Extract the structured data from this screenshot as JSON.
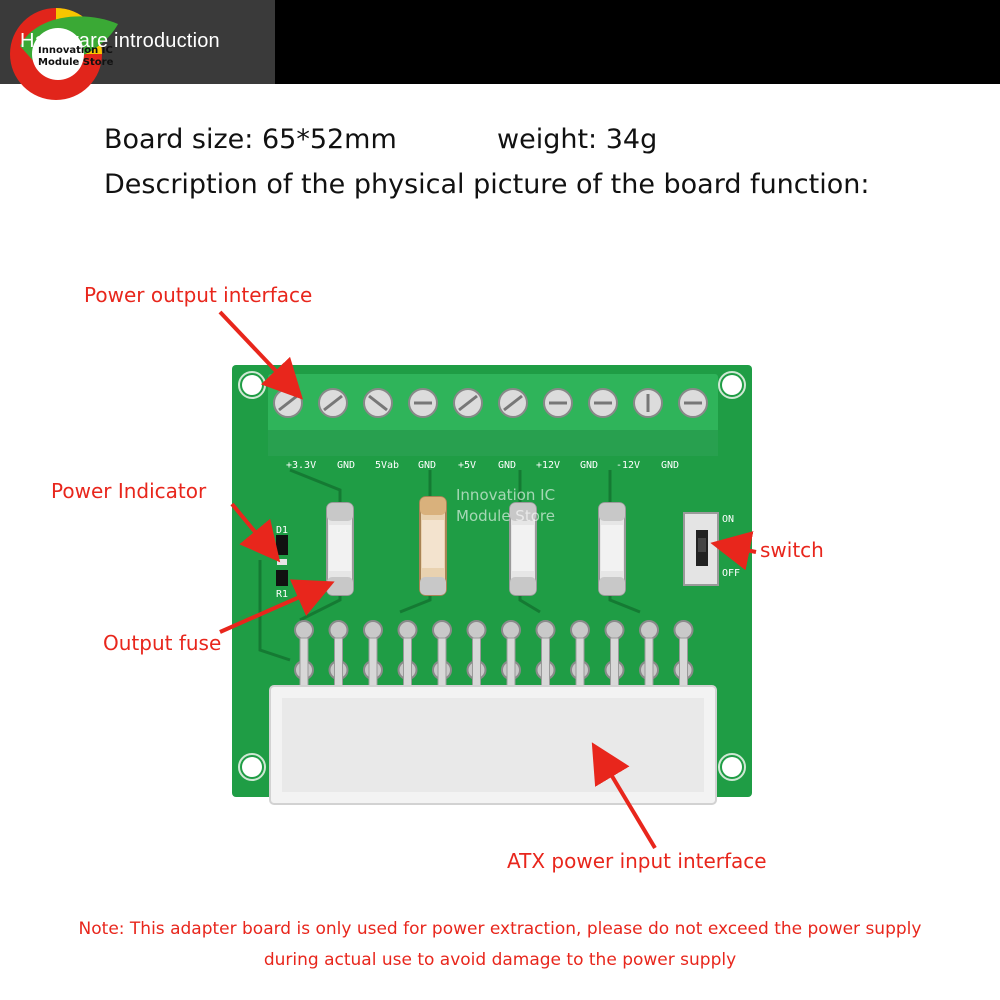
{
  "header": {
    "title": "Hardware introduction",
    "store_name_line1": "Innovation IC",
    "store_name_line2": "Module Store"
  },
  "specs": {
    "board_size": "Board size: 65*52mm",
    "weight": "weight: 34g",
    "description_title": "Description of the physical picture of the board function:"
  },
  "board": {
    "terminal_labels": [
      "+3.3V",
      "GND",
      "5Vab",
      "GND",
      "+5V",
      "GND",
      "+12V",
      "GND",
      "-12V",
      "GND"
    ],
    "switch_label_on": "ON",
    "switch_label_off": "OFF",
    "led_label": "D1",
    "resistor_label": "R1",
    "watermark_line1": "Innovation IC",
    "watermark_line2": "Module Store"
  },
  "callouts": {
    "power_output_interface": "Power output interface",
    "power_indicator": "Power Indicator",
    "output_fuse": "Output fuse",
    "switch": "switch",
    "atx_power_input_interface": "ATX power input interface"
  },
  "note": {
    "line1": "Note: This adapter board is only used for power extraction, please do not exceed the power supply",
    "line2": "during actual use to avoid damage to the power supply"
  },
  "colors": {
    "accent_red": "#e8261c",
    "pcb_green": "#1f9d45",
    "terminal_green": "#2fb45a",
    "header_black": "#000000"
  }
}
